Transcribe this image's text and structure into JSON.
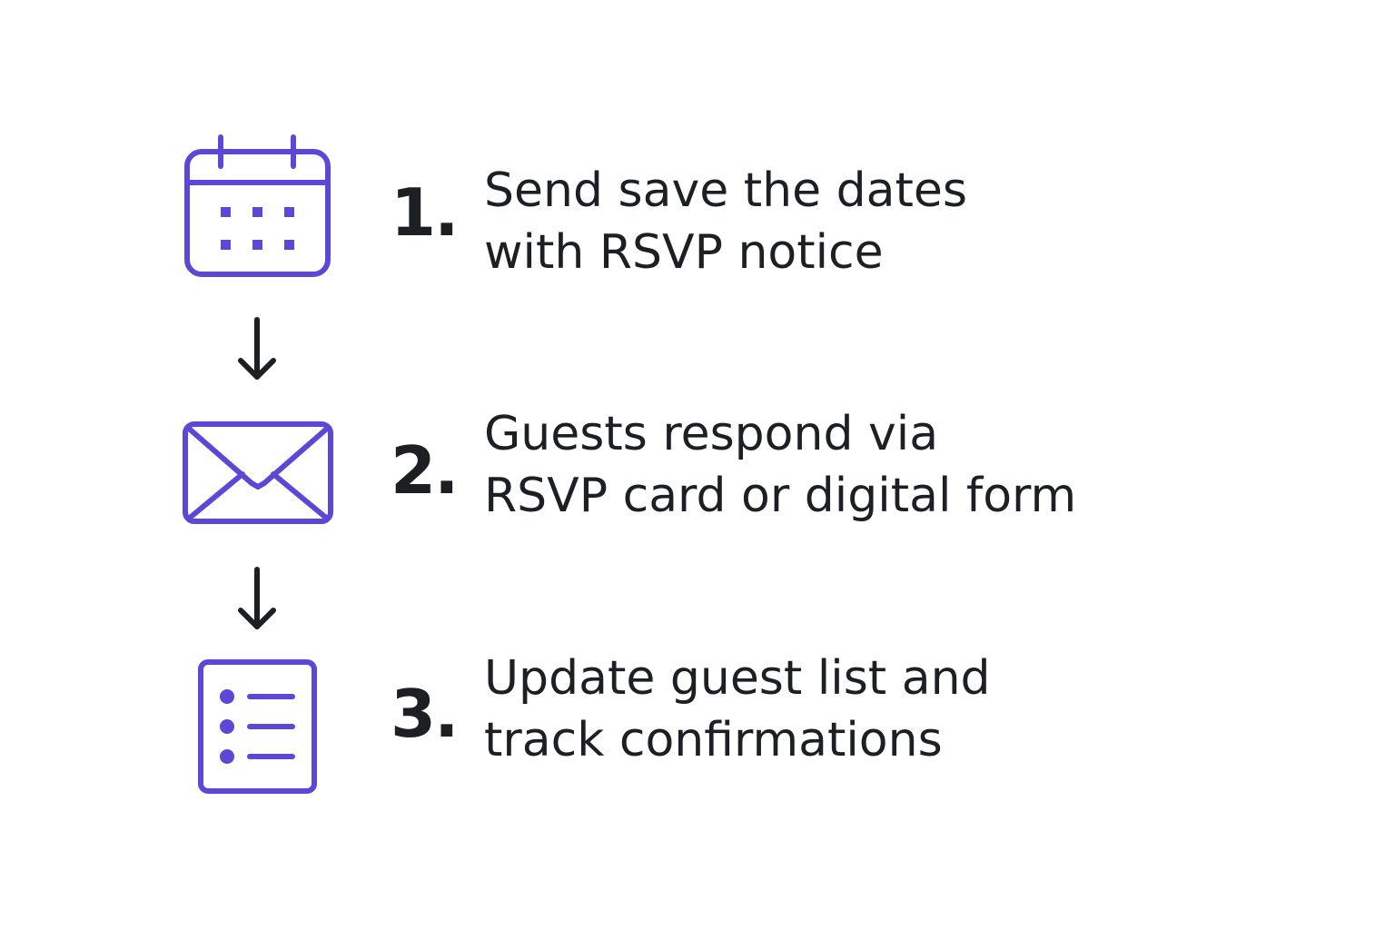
{
  "colors": {
    "accent": "#5b48d6",
    "text": "#1c1f24",
    "background": "#ffffff"
  },
  "steps": [
    {
      "number": "1.",
      "icon": "calendar-icon",
      "line1": "Send save the dates",
      "line2": "with RSVP notice"
    },
    {
      "number": "2.",
      "icon": "envelope-icon",
      "line1": "Guests respond via",
      "line2": "RSVP card or digital form"
    },
    {
      "number": "3.",
      "icon": "checklist-icon",
      "line1": "Update guest list and",
      "line2": "track confirmations"
    }
  ],
  "connectors": [
    "arrow-down-icon",
    "arrow-down-icon"
  ]
}
